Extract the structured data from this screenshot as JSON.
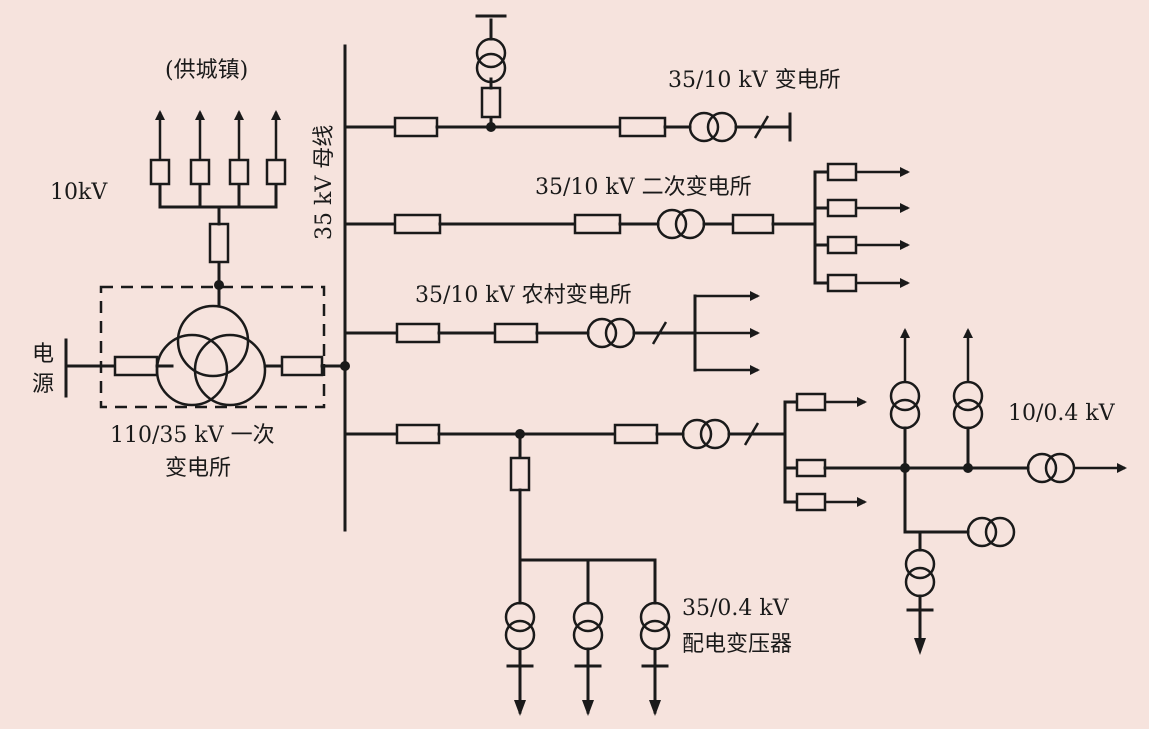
{
  "labels": {
    "supply_town": "(供城镇)",
    "kv10": "10kV",
    "source": "电源",
    "primary_sub_line1": "110/35 kV 一次",
    "primary_sub_line2": "变电所",
    "bus35": "35 kV 母线",
    "sub_35_10": "35/10 kV 变电所",
    "secondary_sub": "35/10 kV 二次变电所",
    "rural_sub": "35/10 kV 农村变电所",
    "kv10_04": "10/0.4 kV",
    "dist_tx_line1": "35/0.4 kV",
    "dist_tx_line2": "配电变压器"
  }
}
